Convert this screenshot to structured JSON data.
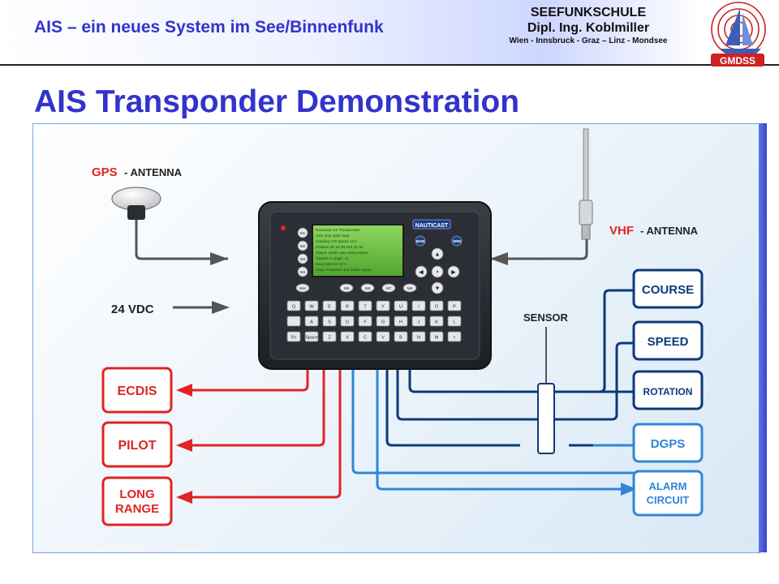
{
  "header": {
    "course_title": "AIS – ein neues System im See/Binnenfunk",
    "school_name": "SEEFUNKSCHULE",
    "school_owner": "Dipl. Ing. Koblmiller",
    "school_locations": "Wien - Innsbruck - Graz – Linz - Mondsee",
    "logo_text": "GMDSS"
  },
  "slide": {
    "title": "AIS Transponder Demonstration"
  },
  "diagram": {
    "gps_label": "GPS",
    "gps_suffix": "- ANTENNA",
    "vhf_label": "VHF",
    "vhf_suffix": "- ANTENNA",
    "power_label": "24 VDC",
    "sensor_label": "SENSOR",
    "brand": "NAUTICAST",
    "mob_key": "MOB",
    "srm_key": "SRM",
    "inputs": [
      "COURSE",
      "SPEED",
      "ROTATION",
      "DGPS",
      "ALARM",
      "CIRCUIT"
    ],
    "outputs": [
      "ECDIS",
      "PILOT",
      "LONG",
      "RANGE"
    ],
    "side_keys": [
      "M1",
      "M2",
      "M3",
      "M4"
    ],
    "mid_keys": [
      "Msc",
      "M5",
      "M6",
      "M7",
      "M8"
    ],
    "row1": [
      "Q",
      "W",
      "E",
      "R",
      "T",
      "Y",
      "U",
      "I",
      "O",
      "P"
    ],
    "row2": [
      "",
      "A",
      "S",
      "D",
      "F",
      "G",
      "H",
      "J",
      "K",
      "L"
    ],
    "row3": [
      "Fn",
      "Space",
      "Z",
      "X",
      "C",
      "V",
      "B",
      "N",
      "M",
      "•"
    ],
    "screen_lines": [
      "Nauticast AIS Transponder",
      "Own ship static data",
      "Heading 275  Speed 12.4",
      "Position 48 12.3N 016 22.1E",
      "Status: Under way using engine",
      "Targets in range: 14",
      "Next report in 02 s",
      "Save: Frequenz and Active report"
    ],
    "colors": {
      "input_dark": "#0b3a78",
      "input_light": "#2f86d8",
      "output": "#e02424",
      "gray": "#555555"
    }
  }
}
